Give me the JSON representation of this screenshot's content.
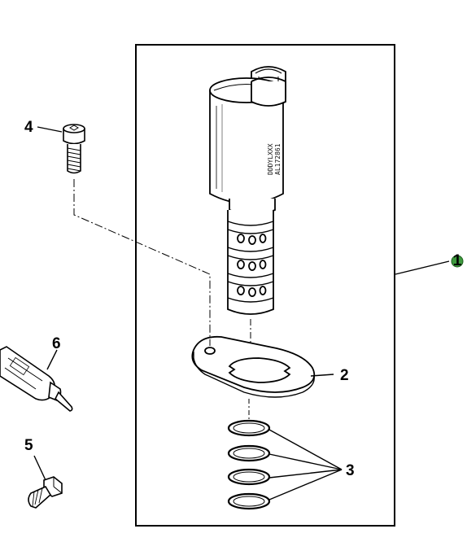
{
  "callouts": {
    "c1": "1",
    "c2": "2",
    "c3": "3",
    "c4": "4",
    "c5": "5",
    "c6": "6"
  },
  "solenoid_stamp": {
    "line1": "DDDYLXXX",
    "line2": "AL172861"
  },
  "colors": {
    "line": "#000000",
    "callout_1_badge": "#3e9a3e",
    "background": "#ffffff"
  }
}
